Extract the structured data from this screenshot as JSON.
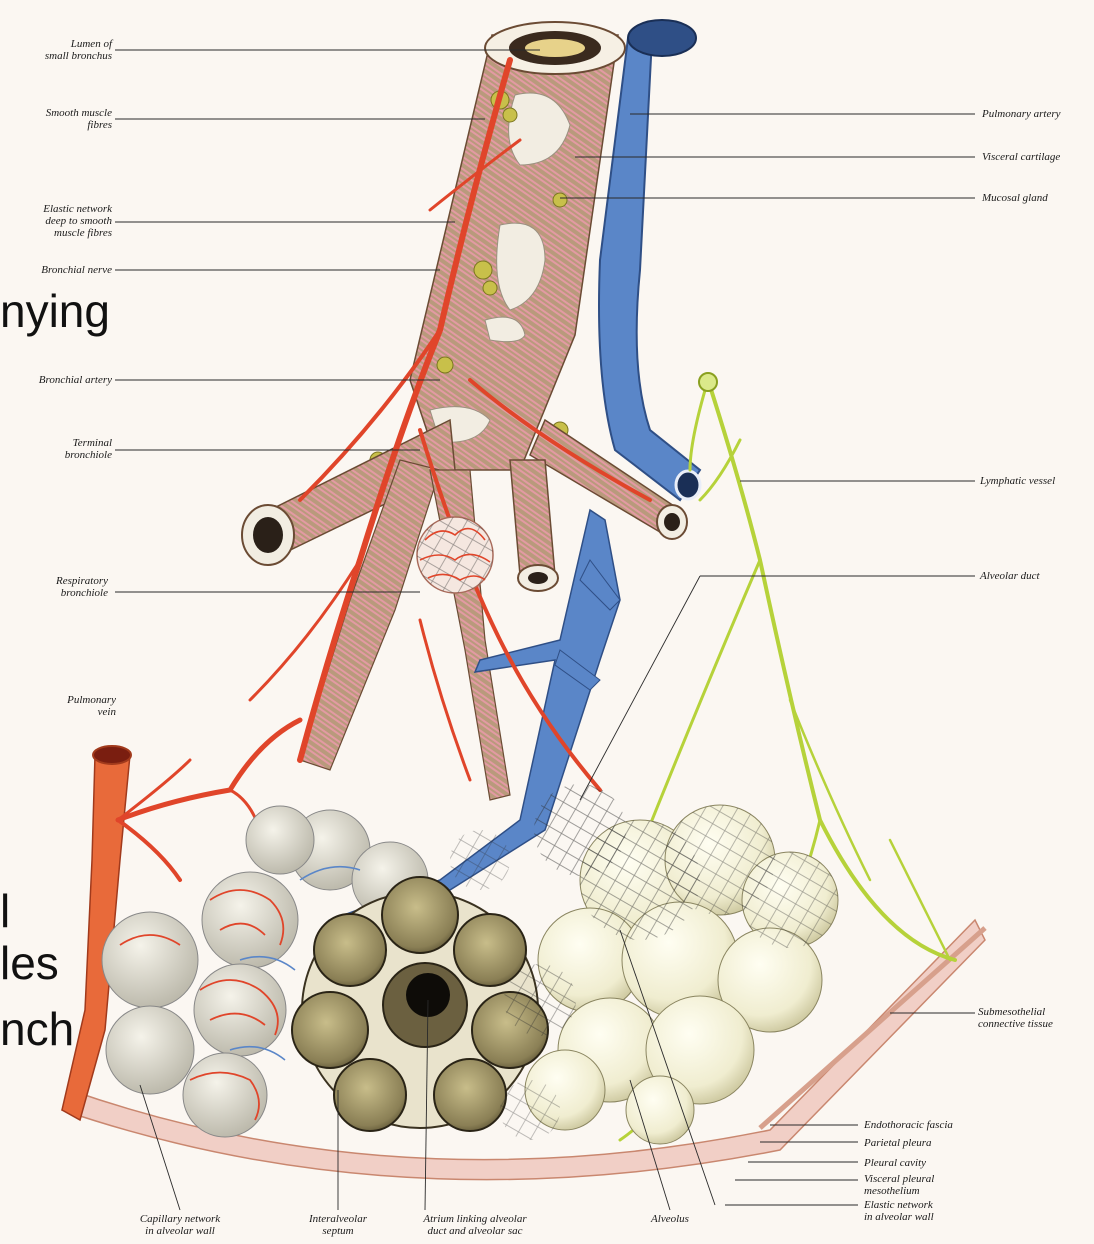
{
  "labels_left": {
    "lumen": "Lumen of\nsmall bronchus",
    "smooth_muscle": "Smooth muscle\nfibres",
    "elastic_network": "Elastic network\ndeep to smooth\nmuscle fibres",
    "bronchial_nerve": "Bronchial nerve",
    "bronchial_artery": "Bronchial artery",
    "terminal_bronchiole": "Terminal\nbronchiole",
    "respiratory_bronchiole": "Respiratory\nbronchiole",
    "pulmonary_vein": "Pulmonary\nvein"
  },
  "labels_right": {
    "pulmonary_artery": "Pulmonary artery",
    "visceral_cartilage": "Visceral cartilage",
    "mucosal_gland": "Mucosal gland",
    "lymphatic_vessel": "Lymphatic vessel",
    "alveolar_duct": "Alveolar duct",
    "submesothelial": "Submesothelial\nconnective tissue",
    "endothoracic": "Endothoracic fascia",
    "parietal_pleura": "Parietal pleura",
    "pleural_cavity": "Pleural cavity",
    "visceral_pleural": "Visceral pleural\nmesothelium",
    "elastic_alveolar": "Elastic network\nin alveolar wall"
  },
  "labels_bottom": {
    "capillary": "Capillary network\nin alveolar wall",
    "interalveolar": "Interalveolar\nseptum",
    "atrium": "Atrium linking alveolar\nduct and alveolar sac",
    "alveolus": "Alveolus"
  },
  "slide_fragments": {
    "f1": "nying",
    "f2": "l",
    "f3": "les",
    "f4": "nch"
  },
  "colors": {
    "artery_red": "#e0452a",
    "vein_blue": "#5a86c8",
    "lymph_green": "#b6d23a",
    "cartilage": "#f2ede2",
    "alveolus_cream": "#f4f1da",
    "alveolus_olive": "#8a7f55"
  }
}
